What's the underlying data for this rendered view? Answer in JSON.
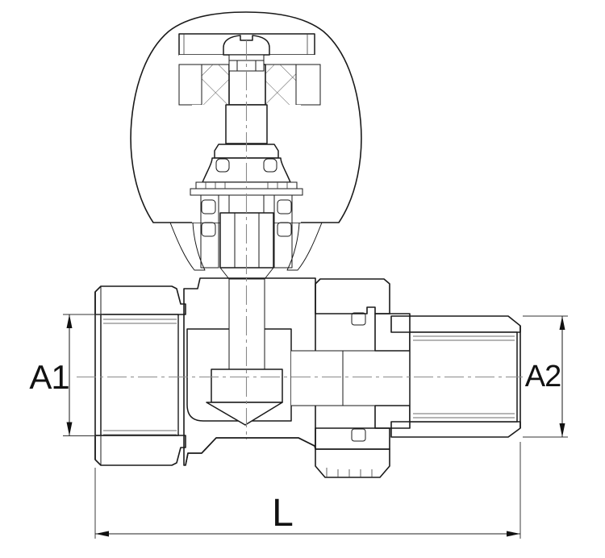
{
  "drawing": {
    "kind": "valve-cross-section",
    "labels": {
      "a1": "A1",
      "a2": "A2",
      "length": "L"
    },
    "colors": {
      "background": "#ffffff",
      "outline": "#1a1a1a",
      "hatch": "#555555",
      "centerline": "#8a8a8a",
      "dimension": "#222222",
      "text": "#111111"
    }
  }
}
